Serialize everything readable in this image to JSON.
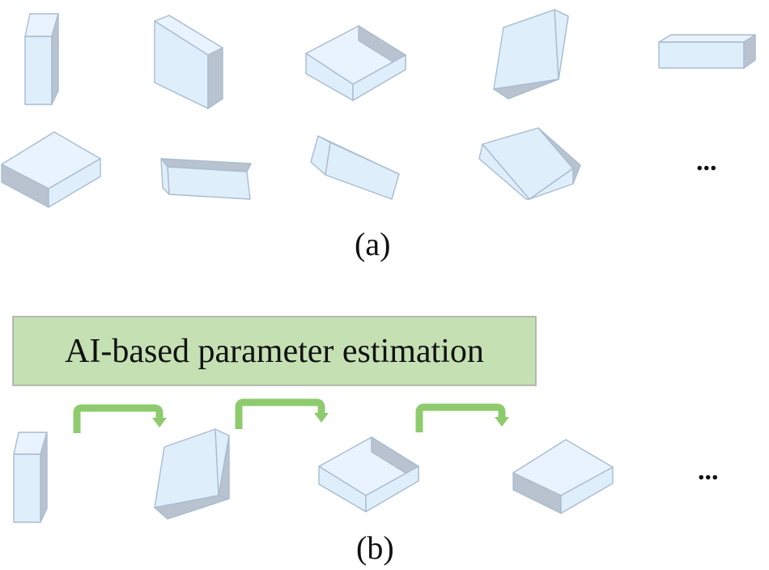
{
  "panel_a": {
    "caption": "(a)",
    "ellipsis": "..."
  },
  "panel_b": {
    "caption": "(b)",
    "banner_text": "AI-based parameter estimation",
    "ellipsis": "..."
  },
  "colors": {
    "box_light": "#dfeefb",
    "box_dark": "#b9c3d0",
    "box_outline": "#a9bccf",
    "banner_fill": "#c5e0b3",
    "arrow_green": "#8ecb6f"
  }
}
